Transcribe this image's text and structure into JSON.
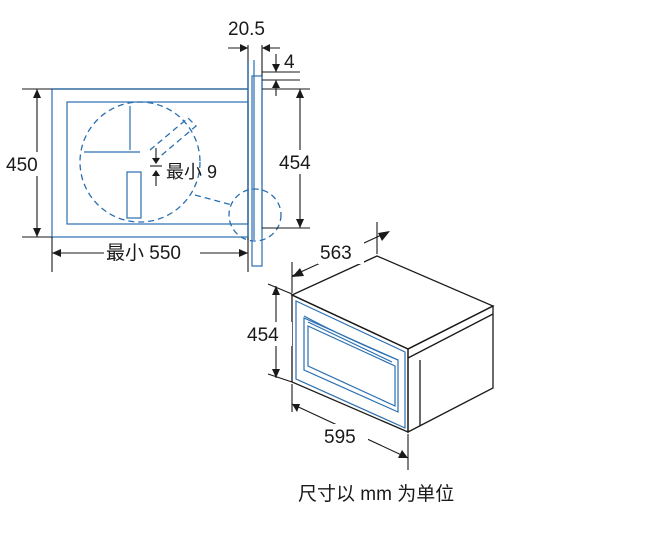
{
  "dimensions": {
    "gap_top": "20.5",
    "gap_small": "4",
    "niche_height": "450",
    "appliance_height_side": "454",
    "niche_depth": "最小 550",
    "min_clearance": "最小 9",
    "appliance_depth": "563",
    "appliance_height": "454",
    "appliance_width": "595"
  },
  "caption": "尺寸以 mm 为单位",
  "colors": {
    "line": "#1a1a1a",
    "accent": "#2a6fb0"
  }
}
